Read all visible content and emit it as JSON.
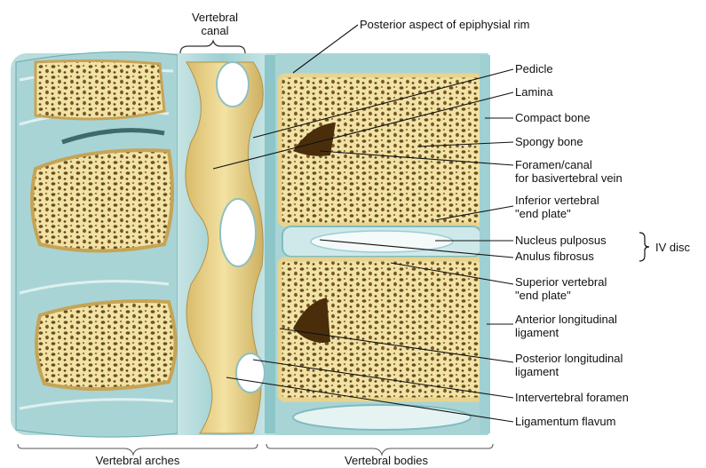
{
  "labels": {
    "vertebral_canal_line1": "Vertebral",
    "vertebral_canal_line2": "canal",
    "posterior_aspect": "Posterior aspect of epiphysial rim",
    "pedicle": "Pedicle",
    "lamina": "Lamina",
    "compact_bone": "Compact bone",
    "spongy_bone": "Spongy bone",
    "foramen_line1": "Foramen/canal",
    "foramen_line2": "for basivertebral vein",
    "inferior_end_plate_line1": "Inferior vertebral",
    "inferior_end_plate_line2": "\"end plate\"",
    "nucleus_pulposus": "Nucleus pulposus",
    "anulus_fibrosus": "Anulus fibrosus",
    "iv_disc": "IV disc",
    "superior_end_plate_line1": "Superior vertebral",
    "superior_end_plate_line2": "\"end plate\"",
    "anterior_ligament_line1": "Anterior longitudinal",
    "anterior_ligament_line2": "ligament",
    "posterior_ligament_line1": "Posterior longitudinal",
    "posterior_ligament_line2": "ligament",
    "intervertebral_foramen": "Intervertebral foramen",
    "ligamentum_flavum": "Ligamentum flavum",
    "vertebral_arches": "Vertebral arches",
    "vertebral_bodies": "Vertebral bodies"
  },
  "colors": {
    "ligament": "#a9d4d6",
    "ligament_dark": "#5fa8ad",
    "bone": "#f1e3a6",
    "bone_dark": "#8a6a2c",
    "canal": "#e6cc84",
    "leader": "#111111"
  }
}
